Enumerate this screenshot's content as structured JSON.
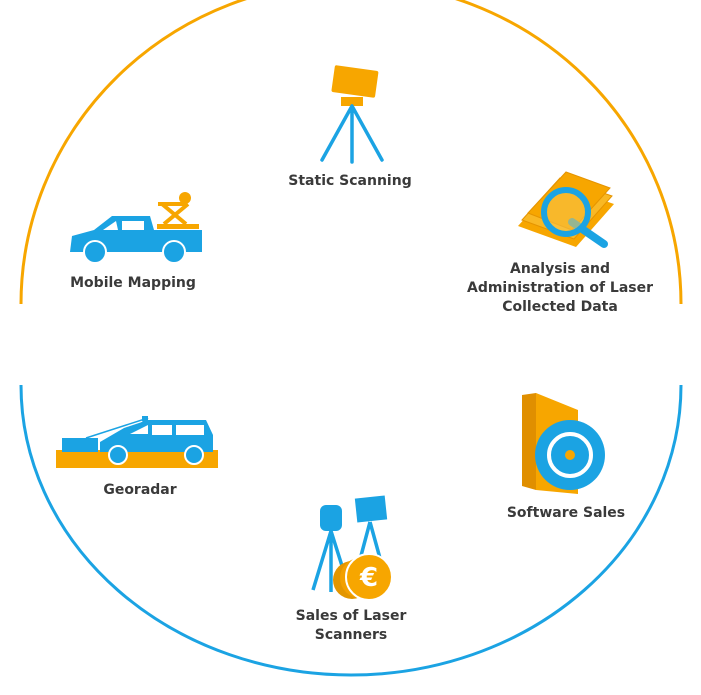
{
  "colors": {
    "orange": "#F7A600",
    "blue": "#1BA3E3",
    "text": "#3a3a3a"
  },
  "services": {
    "static_scanning": {
      "label": "Static Scanning",
      "icon": "tripod-scanner-icon"
    },
    "analysis": {
      "lines": [
        "Analysis and",
        "Administration of Laser",
        "Collected Data"
      ],
      "icon": "documents-magnifier-icon"
    },
    "software_sales": {
      "label": "Software Sales",
      "icon": "software-box-disc-icon"
    },
    "sales_scanners": {
      "lines": [
        "Sales of Laser",
        "Scanners"
      ],
      "icon": "scanners-euro-coins-icon",
      "currency_symbol": "€"
    },
    "georadar": {
      "label": "Georadar",
      "icon": "van-georadar-icon"
    },
    "mobile_mapping": {
      "label": "Mobile Mapping",
      "icon": "pickup-scanner-icon"
    }
  }
}
